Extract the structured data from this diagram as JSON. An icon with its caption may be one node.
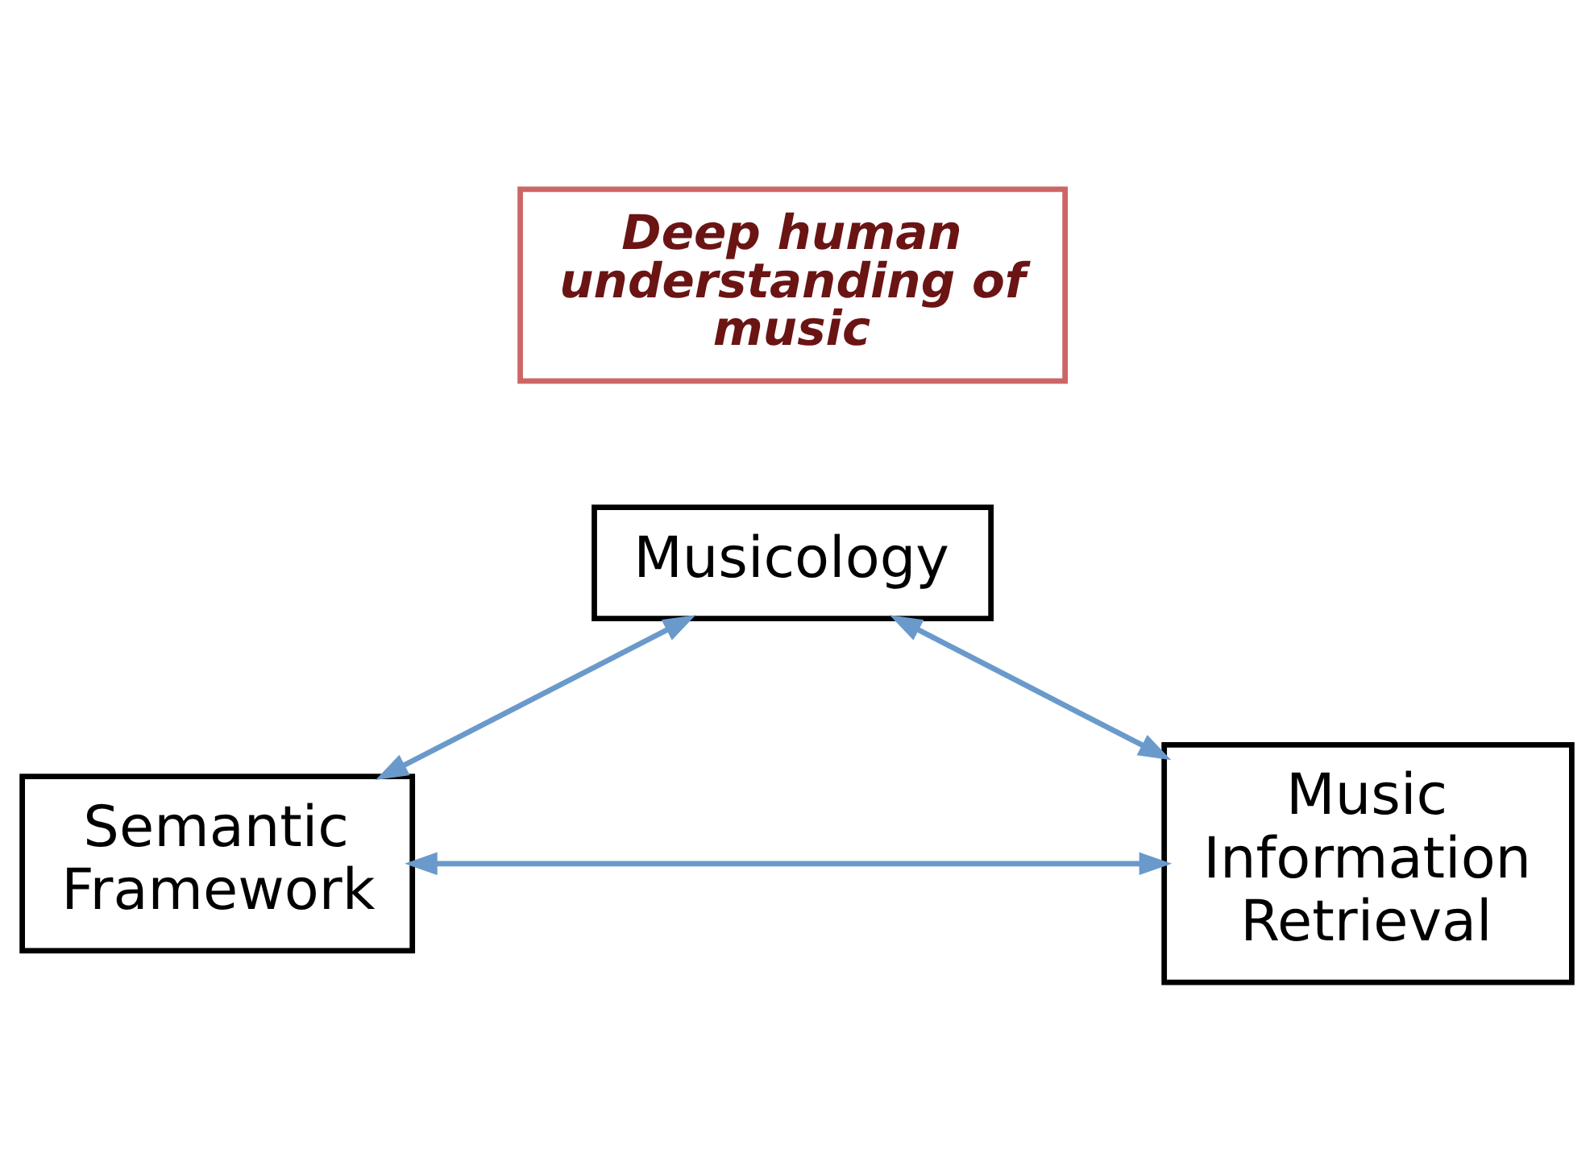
{
  "diagram": {
    "nodes": [
      {
        "text": [
          "Deep human understanding of music"
        ]
      },
      {
        "text": [
          "Musicology"
        ]
      },
      {
        "text": [
          "Semantic Framework"
        ]
      },
      {
        "text": [
          "Music Information Retrieval"
        ]
      }
    ],
    "edges": [
      {
        "from": 1,
        "to": 2,
        "arrow": "both"
      },
      {
        "from": 1,
        "to": 3,
        "arrow": "both"
      },
      {
        "from": 2,
        "to": 3,
        "arrow": "both"
      }
    ]
  }
}
